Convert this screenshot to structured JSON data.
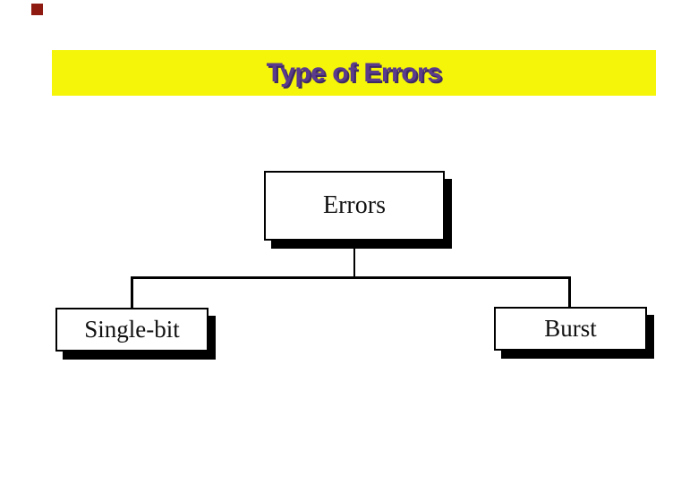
{
  "slide": {
    "title": "Type of Errors"
  },
  "diagram": {
    "type": "tree",
    "root": {
      "label": "Errors"
    },
    "children": [
      {
        "label": "Single-bit"
      },
      {
        "label": "Burst"
      }
    ]
  },
  "colors": {
    "slide_background": "#FFFFFF",
    "banner_background": "#F5F50A",
    "title_text": "#5A3B8C",
    "title_text_shadow": "#3F2A63",
    "node_background": "#FFFFFF",
    "node_border": "#000000",
    "node_drop_shadow": "#000000",
    "connector_line": "#000000",
    "corner_mark": "#8E1A12"
  }
}
